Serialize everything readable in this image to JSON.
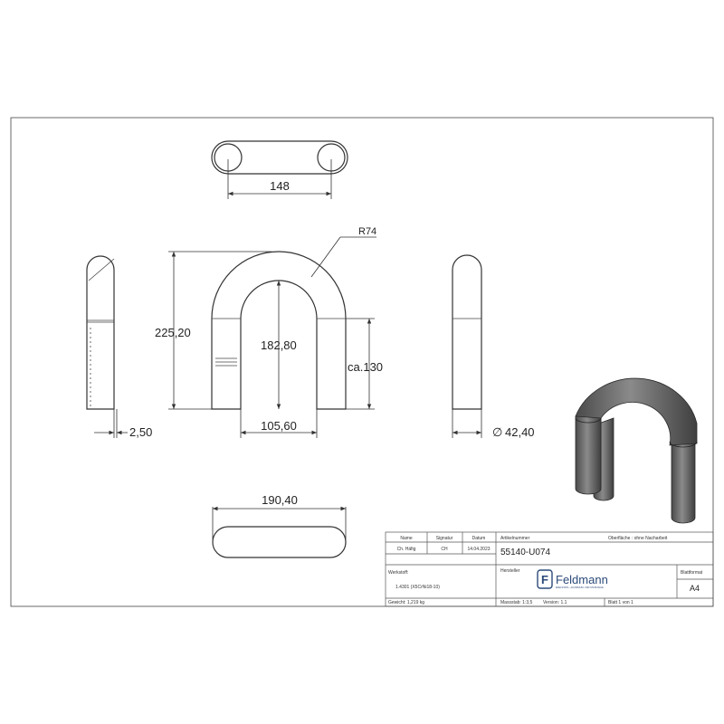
{
  "dimensions": {
    "top_width": "148",
    "radius": "R74",
    "total_height": "225,20",
    "inner_height": "182,80",
    "leg_length": "ca.130",
    "wall_thickness": "2,50",
    "inner_width": "105,60",
    "diameter": "42,40",
    "diameter_symbol": "∅",
    "outer_width": "190,40"
  },
  "title_block": {
    "col_name": "Name",
    "col_signatur": "Signatur",
    "col_datum": "Datum",
    "col_artikel": "Artikelnummer",
    "oberflaeche": "Oberfläche : ohne Nacharbeit",
    "name_value": "Ch. Häfig",
    "signatur_value": "CH",
    "datum_value": "14.04.2023",
    "article_number": "55140-U074",
    "hersteller_label": "Hersteller",
    "werkstoff_label": "Werkstoff:",
    "werkstoff_value": "1.4301 (X5CrNi18-10)",
    "blattformat_label": "Blattformat",
    "blattformat_value": "A4",
    "gewicht": "Gewicht: 1,219 kg",
    "massstab": "Massstab: 1:3,5",
    "version": "Version: 1.1",
    "blatt": "Blatt 1 von 1",
    "logo_text": "Feldmann",
    "logo_letter": "F",
    "logo_sub": "EDELSTAHL-, ALUMINIUM- UND STAHLTEILE"
  }
}
